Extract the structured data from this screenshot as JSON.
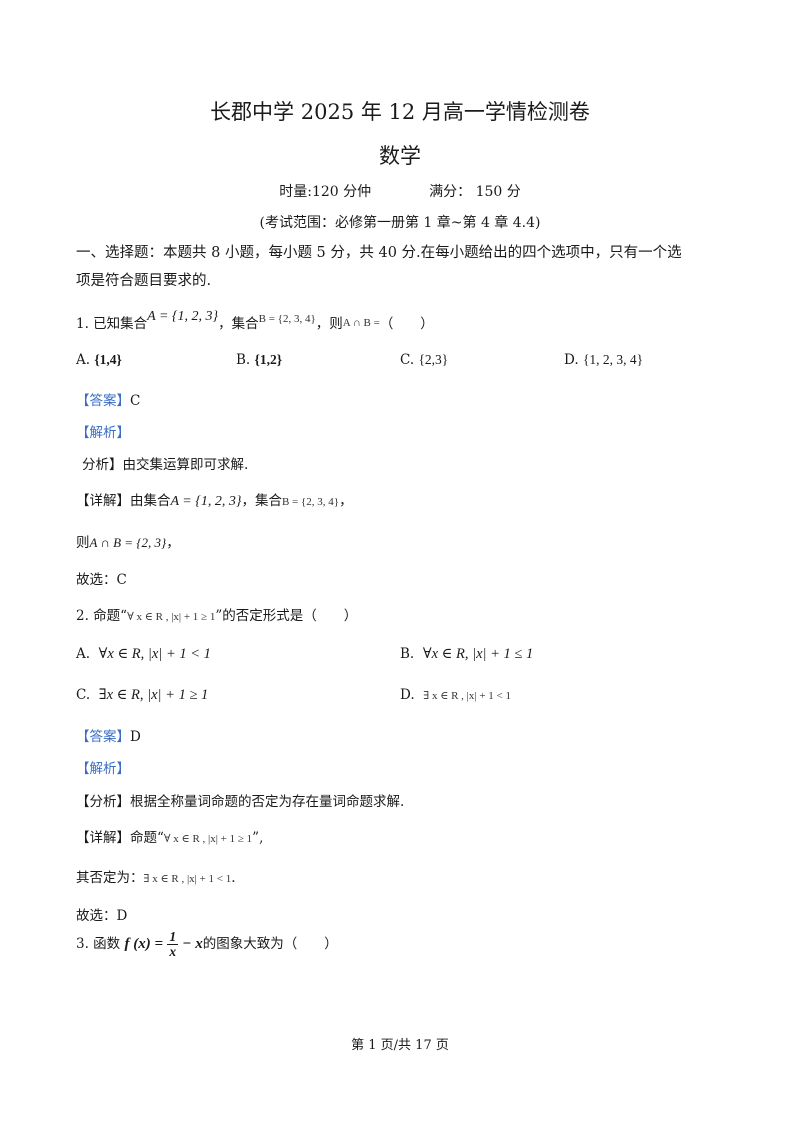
{
  "header": {
    "title": "长郡中学 2025 年 12 月高一学情检测卷",
    "subject": "数学",
    "time": "时量:120 分仲",
    "score": "满分： 150 分",
    "range": "(考试范围：必修第一册第 1 章~第 4 章 4.4)"
  },
  "section": {
    "line1": "一、选择题：本题共 8 小题，每小题 5 分，共 40 分.在每小题给出的四个选项中，只有一个选",
    "line2": "项是符合题目要求的."
  },
  "q1": {
    "prefix": "1. 已知集合",
    "setA": "A = {1, 2, 3}",
    "mid": "，集合",
    "setB": "B = {2, 3, 4}",
    "then": "，则",
    "expr": "A ∩ B =",
    "paren": "（　　）",
    "options": [
      {
        "label": "A.",
        "value": "{1,4}"
      },
      {
        "label": "B.",
        "value": "{1,2}"
      },
      {
        "label": "C.",
        "value": "{2,3}"
      },
      {
        "label": "D.",
        "value": "{1, 2, 3, 4}"
      }
    ],
    "answer_tag": "【答案】",
    "answer": "C",
    "analysis_tag": "【解析】",
    "analysis": "分析】由交集运算即可求解.",
    "detail_prefix": "【详解】由集合",
    "detail_A": "A = {1, 2, 3}",
    "detail_mid": "，集合",
    "detail_B": "B = {2, 3, 4}",
    "detail_end": "，",
    "then_line_prefix": "则",
    "then_line_expr": "A ∩ B = {2, 3}",
    "then_line_end": "，",
    "choose": "故选：C"
  },
  "q2": {
    "prefix": "2. 命题“",
    "prop": "∀ x ∈ R , |x| + 1 ≥ 1",
    "suffix": "”的否定形式是（　　）",
    "options": [
      {
        "label": "A.",
        "value": "∀x ∈ R, |x| + 1 < 1"
      },
      {
        "label": "B.",
        "value": "∀x ∈ R, |x| + 1 ≤ 1"
      },
      {
        "label": "C.",
        "value": "∃x ∈ R, |x| + 1 ≥ 1"
      },
      {
        "label": "D.",
        "value": "∃ x ∈ R , |x| + 1 < 1"
      }
    ],
    "answer_tag": "【答案】",
    "answer": "D",
    "analysis_tag": "【解析】",
    "analysis": "【分析】根据全称量词命题的否定为存在量词命题求解.",
    "detail_prefix": "【详解】命题“",
    "detail_prop": "∀ x ∈ R , |x| + 1 ≥ 1",
    "detail_suffix": "”,",
    "neg_prefix": "其否定为：",
    "neg_expr": "∃ x ∈ R , |x| + 1 < 1",
    "neg_end": ".",
    "choose": "故选：D"
  },
  "q3": {
    "prefix": "3. 函数",
    "func_left": "f (x) =",
    "num": "1",
    "den": "x",
    "func_right": "− x",
    "suffix": "的图象大致为（　　）"
  },
  "footer": {
    "page": "第 1 页/共 17 页"
  }
}
